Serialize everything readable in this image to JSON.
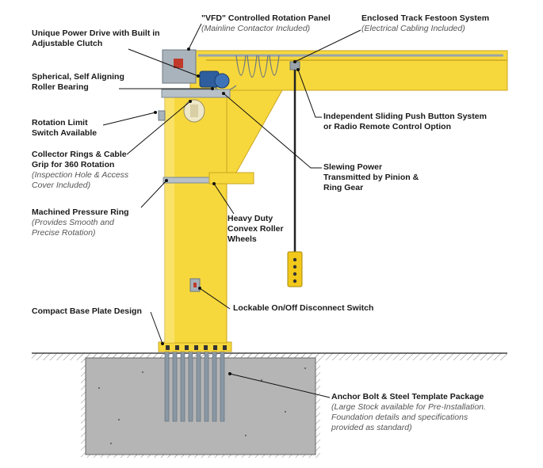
{
  "colors": {
    "crane_yellow": "#f7d83c",
    "crane_edge": "#caa620",
    "steel_gray": "#9aa3aa",
    "concrete": "#b3b3b3",
    "pendant_yellow": "#f2c81a",
    "motor_blue": "#2f5e9e",
    "leader": "#111111"
  },
  "labels": {
    "power_drive": {
      "title": "Unique Power Drive with Built in\nAdjustable Clutch",
      "sub": ""
    },
    "vfd_panel": {
      "title": "\"VFD\" Controlled Rotation Panel",
      "sub": "(Mainline Contactor Included)"
    },
    "festoon": {
      "title": "Enclosed Track Festoon System",
      "sub": "(Electrical Cabling Included)"
    },
    "roller_bearing": {
      "title": "Spherical, Self Aligning\nRoller Bearing",
      "sub": ""
    },
    "push_button": {
      "title": "Independent Sliding Push Button System\nor Radio Remote Control Option",
      "sub": ""
    },
    "rotation_limit": {
      "title": "Rotation Limit\nSwitch Available",
      "sub": ""
    },
    "collector_rings": {
      "title": "Collector Rings & Cable\nGrip for 360 Rotation",
      "sub": "(Inspection Hole & Access\nCover Included)"
    },
    "slewing_power": {
      "title": "Slewing Power\nTransmitted by Pinion &\nRing Gear",
      "sub": ""
    },
    "pressure_ring": {
      "title": "Machined Pressure Ring",
      "sub": "(Provides Smooth and\nPrecise Rotation)"
    },
    "roller_wheels": {
      "title": "Heavy Duty\nConvex Roller\nWheels",
      "sub": ""
    },
    "disconnect_switch": {
      "title": "Lockable On/Off Disconnect Switch",
      "sub": ""
    },
    "base_plate": {
      "title": "Compact Base Plate Design",
      "sub": ""
    },
    "anchor_bolt": {
      "title": "Anchor Bolt & Steel Template Package",
      "sub": "(Large Stock available for Pre-Installation.\nFoundation details and specifications\nprovided as standard)"
    }
  }
}
